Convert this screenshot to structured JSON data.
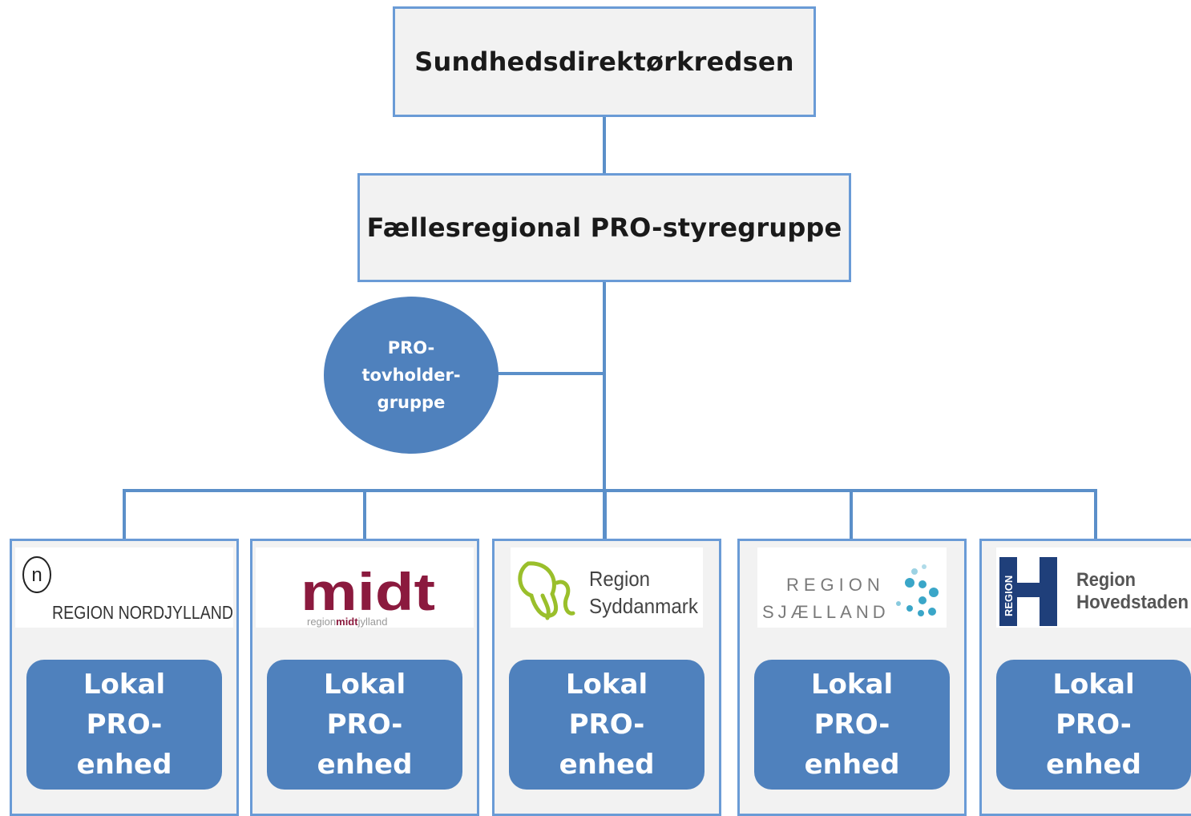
{
  "top": {
    "label": "Sundhedsdirektørkredsen"
  },
  "steering": {
    "label": "Fællesregional PRO-styregruppe"
  },
  "circle": {
    "lines": [
      "PRO-",
      "tovholder-",
      "gruppe"
    ]
  },
  "units": [
    {
      "logo": {
        "name": "region-nordjylland-logo",
        "text": "REGION NORDJYLLAND",
        "mark": "n"
      },
      "lines": [
        "Lokal",
        "PRO-",
        "enhed"
      ]
    },
    {
      "logo": {
        "name": "region-midtjylland-logo",
        "text": "midt",
        "subtext_a": "region",
        "subtext_b": "midt",
        "subtext_c": "jylland"
      },
      "lines": [
        "Lokal",
        "PRO-",
        "enhed"
      ]
    },
    {
      "logo": {
        "name": "region-syddanmark-logo",
        "line1": "Region",
        "line2": "Syddanmark"
      },
      "lines": [
        "Lokal",
        "PRO-",
        "enhed"
      ]
    },
    {
      "logo": {
        "name": "region-sjaelland-logo",
        "line1": "REGION",
        "line2": "SJÆLLAND"
      },
      "lines": [
        "Lokal",
        "PRO-",
        "enhed"
      ]
    },
    {
      "logo": {
        "name": "region-hovedstaden-logo",
        "vertical": "REGION",
        "line1": "Region",
        "line2": "Hovedstaden"
      },
      "lines": [
        "Lokal",
        "PRO-",
        "enhed"
      ]
    }
  ],
  "colors": {
    "box_fill": "#f2f2f2",
    "box_border": "#6a9bd6",
    "connector": "#5b8fc9",
    "accent_blue": "#4f81bd",
    "midt_red": "#8b1a3e",
    "syddanmark_green": "#9abf2b",
    "sjaelland_teal": "#3aa6c8",
    "hovedstaden_navy": "#1f3f7a"
  }
}
